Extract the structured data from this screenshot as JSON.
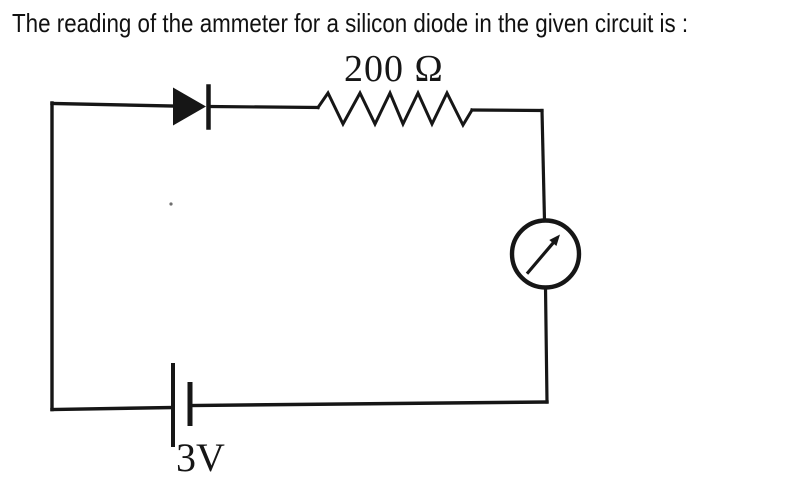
{
  "question": {
    "text": "The reading of the ammeter for a silicon diode in the given circuit is :"
  },
  "circuit": {
    "resistor": {
      "label": "200 Ω"
    },
    "battery": {
      "label": "3V"
    },
    "components": [
      "silicon-diode",
      "resistor-200-ohm",
      "ammeter",
      "battery-3v"
    ],
    "ink_color": "#161616"
  }
}
